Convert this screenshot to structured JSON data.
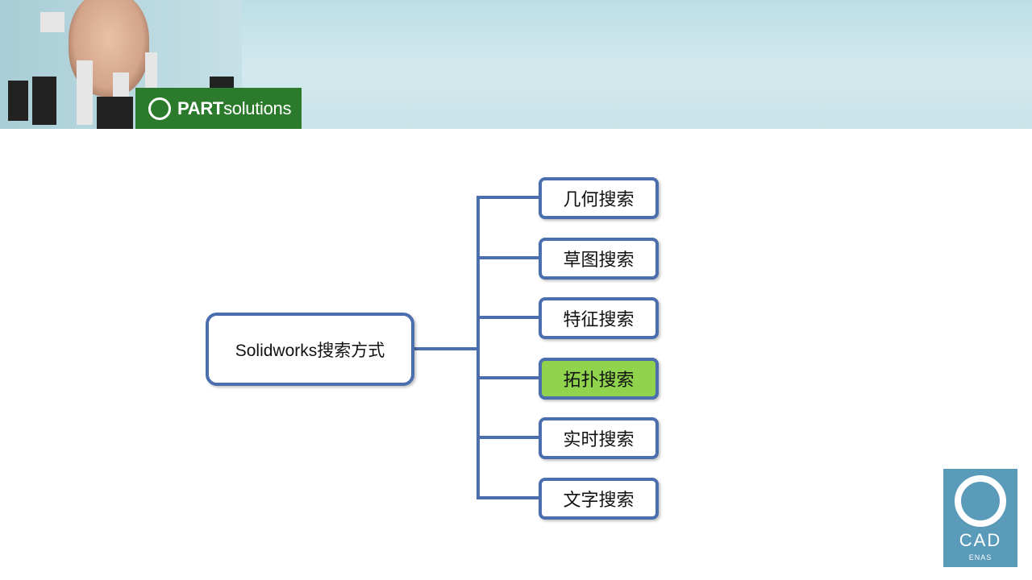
{
  "header": {
    "brand_bold": "PART",
    "brand_light": "solutions",
    "brand_color": "#2c7a2c"
  },
  "diagram": {
    "root": "Solidworks搜索方式",
    "children": [
      {
        "label": "几何搜索",
        "highlighted": false
      },
      {
        "label": "草图搜索",
        "highlighted": false
      },
      {
        "label": "特征搜索",
        "highlighted": false
      },
      {
        "label": "拓扑搜索",
        "highlighted": true
      },
      {
        "label": "实时搜索",
        "highlighted": false
      },
      {
        "label": "文字搜索",
        "highlighted": false
      }
    ],
    "border_color": "#4b6fae",
    "highlight_color": "#8fd44c"
  },
  "footer_logo": {
    "text": "CAD",
    "subtext": "ENAS"
  }
}
